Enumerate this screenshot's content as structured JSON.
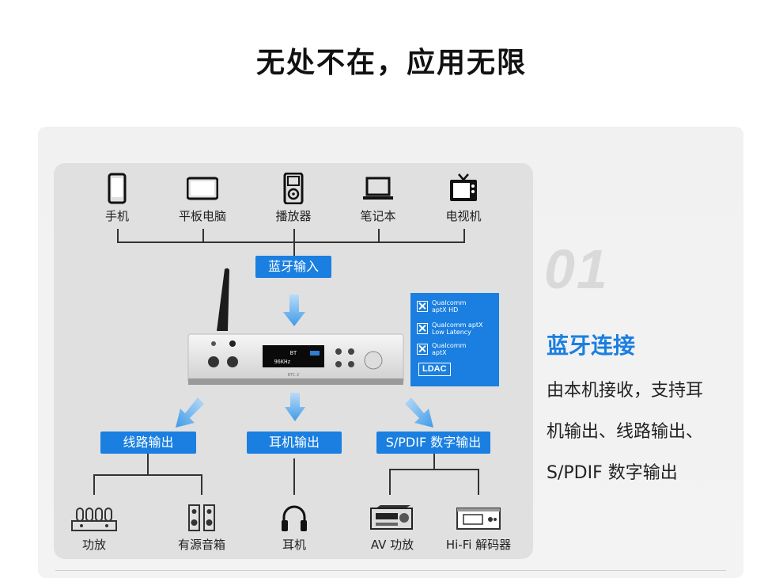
{
  "headline": "无处不在，应用无限",
  "sources": [
    {
      "label": "手机",
      "icon": "smartphone-icon"
    },
    {
      "label": "平板电脑",
      "icon": "tablet-icon"
    },
    {
      "label": "播放器",
      "icon": "music-player-icon"
    },
    {
      "label": "笔记本",
      "icon": "laptop-icon"
    },
    {
      "label": "电视机",
      "icon": "tv-icon"
    }
  ],
  "bluetooth_input": "蓝牙输入",
  "device": {
    "display_line1": "BT",
    "display_line2": "96KHz",
    "model": "BTC-2"
  },
  "codecs": [
    {
      "text": "Qualcomm\naptX HD"
    },
    {
      "text": "Qualcomm aptX\nLow Latency"
    },
    {
      "text": "Qualcomm\naptX"
    }
  ],
  "codec_ldac": "LDAC",
  "outputs": {
    "line_out": "线路输出",
    "headphone_out": "耳机输出",
    "spdif_out": "S/PDIF 数字输出"
  },
  "targets": [
    {
      "label": "功放",
      "icon": "tube-amplifier-icon"
    },
    {
      "label": "有源音箱",
      "icon": "speakers-icon"
    },
    {
      "label": "耳机",
      "icon": "headphones-icon"
    },
    {
      "label": "AV 功放",
      "icon": "av-receiver-icon"
    },
    {
      "label": "Hi-Fi 解码器",
      "icon": "dac-icon"
    }
  ],
  "section": {
    "number": "01",
    "title": "蓝牙连接",
    "desc_lines": [
      "由本机接收，支持耳",
      "机输出、线路输出、",
      "S/PDIF 数字输出"
    ]
  },
  "colors": {
    "accent": "#1a7fe0",
    "panel": "#e0e0e0"
  }
}
